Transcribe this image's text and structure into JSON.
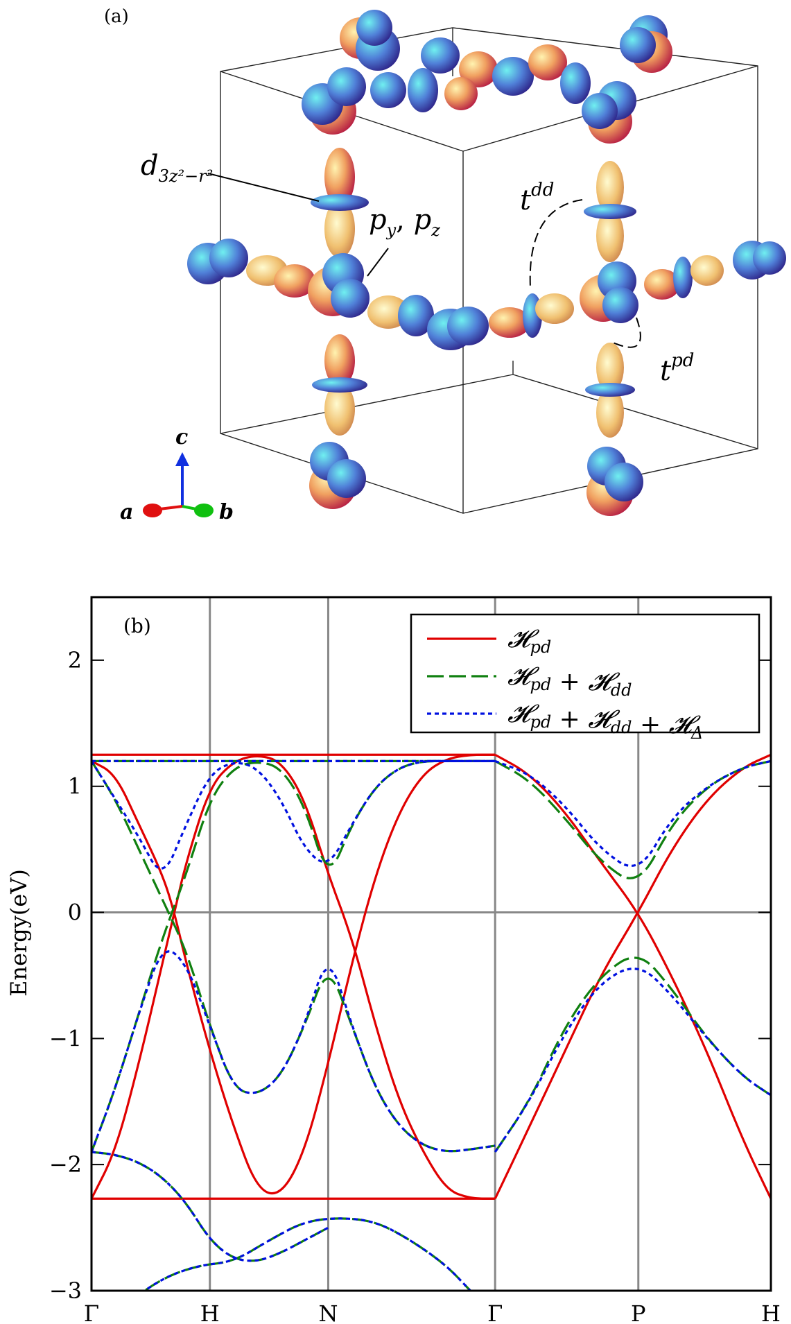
{
  "panel_a": {
    "label": "(a)",
    "orbital_labels": {
      "d_orbital": {
        "base": "d",
        "sub": "3z²−r²"
      },
      "p_orbitals": "p",
      "p_orbitals_full": {
        "p1": "p",
        "s1": "y",
        "sep": ", ",
        "p2": "p",
        "s2": "z"
      },
      "t_dd": {
        "base": "t",
        "sup": "dd"
      },
      "t_pd": {
        "base": "t",
        "sup": "pd"
      }
    },
    "axes": {
      "a": "a",
      "b": "b",
      "c": "c"
    },
    "colors": {
      "axis_a": "#e01010",
      "axis_b": "#10c010",
      "axis_c": "#1030e0",
      "lobe_warm": "#d8304a",
      "lobe_cool": "#4a6ad8"
    }
  },
  "chart_data": {
    "type": "line",
    "panel_label": "(b)",
    "ylabel": "Energy(eV)",
    "ylim": [
      -3,
      2.5
    ],
    "yticks": [
      -3,
      -2,
      -1,
      0,
      1,
      2
    ],
    "ytick_labels": [
      "−3",
      "−2",
      "−1",
      "0",
      "1",
      "2"
    ],
    "kpath": [
      "Γ",
      "H",
      "N",
      "Γ",
      "P",
      "H"
    ],
    "kpath_positions": [
      0,
      1,
      2,
      3.41,
      4.62,
      5.74
    ],
    "grid": true,
    "legend_position": "top-right",
    "legend": [
      {
        "base": "𝓗",
        "sub": "pd",
        "parts": [
          [
            "𝓗",
            "pd"
          ]
        ],
        "color": "#e00000",
        "style": "solid"
      },
      {
        "parts": [
          [
            "𝓗",
            "pd"
          ],
          [
            "𝓗",
            "dd"
          ]
        ],
        "color": "#108010",
        "style": "dashed"
      },
      {
        "parts": [
          [
            "𝓗",
            "pd"
          ],
          [
            "𝓗",
            "dd"
          ],
          [
            "𝓗",
            "Δ"
          ]
        ],
        "color": "#0010e0",
        "style": "dotted"
      }
    ],
    "series": [
      {
        "name": "𝓗pd",
        "color": "#e00000",
        "style": "solid",
        "bands": [
          {
            "x": [
              0,
              0.5,
              1,
              1.5,
              2,
              2.5,
              3,
              3.41
            ],
            "y": [
              1.25,
              1.25,
              1.25,
              1.25,
              1.25,
              1.25,
              1.25,
              1.25
            ]
          },
          {
            "x": [
              0,
              0.5,
              1,
              1.5,
              2,
              2.5,
              3,
              3.41
            ],
            "y": [
              -2.27,
              -2.27,
              -2.27,
              -2.27,
              -2.27,
              -2.27,
              -2.27,
              -2.27
            ]
          },
          {
            "x": [
              0,
              0.2,
              0.4,
              0.6,
              0.7,
              0.8,
              1.0,
              1.2,
              1.4,
              1.6,
              1.8,
              2.0,
              2.2,
              2.4,
              2.6,
              2.8,
              3.0,
              3.2,
              3.41
            ],
            "y": [
              1.2,
              1.1,
              0.7,
              0.3,
              0,
              -0.4,
              -1.1,
              -1.7,
              -2.2,
              -2.25,
              -1.9,
              -1.2,
              -0.4,
              0.3,
              0.8,
              1.1,
              1.22,
              1.25,
              1.25
            ]
          },
          {
            "x": [
              0,
              0.2,
              0.4,
              0.6,
              0.7,
              0.8,
              1.0,
              1.2,
              1.4,
              1.6,
              1.8,
              2.0,
              2.2,
              2.4,
              2.6,
              2.8,
              3.0,
              3.2,
              3.41
            ],
            "y": [
              -2.27,
              -1.9,
              -1.2,
              -0.4,
              0,
              0.4,
              1.0,
              1.2,
              1.25,
              1.2,
              0.9,
              0.3,
              -0.2,
              -0.9,
              -1.5,
              -1.9,
              -2.2,
              -2.27,
              -2.27
            ]
          },
          {
            "x": [
              3.41,
              3.7,
              4.0,
              4.3,
              4.62,
              4.9,
              5.2,
              5.5,
              5.74
            ],
            "y": [
              1.25,
              1.1,
              0.8,
              0.4,
              0,
              -0.5,
              -1.1,
              -1.8,
              -2.27
            ]
          },
          {
            "x": [
              3.41,
              3.7,
              4.0,
              4.3,
              4.62,
              4.9,
              5.2,
              5.5,
              5.74
            ],
            "y": [
              -2.27,
              -1.7,
              -1.1,
              -0.5,
              0,
              0.5,
              0.9,
              1.15,
              1.25
            ]
          }
        ]
      },
      {
        "name": "𝓗pd + 𝓗dd",
        "color": "#108010",
        "style": "dashed",
        "bands": [
          {
            "x": [
              0,
              0.5,
              1,
              1.5,
              2,
              2.5,
              3,
              3.41
            ],
            "y": [
              1.2,
              1.2,
              1.2,
              1.2,
              1.2,
              1.2,
              1.2,
              1.2
            ]
          },
          {
            "x": [
              0,
              0.2,
              0.4,
              0.6,
              0.8,
              1.0,
              1.2,
              1.4,
              1.6,
              1.8,
              2.0
            ],
            "y": [
              -1.9,
              -1.92,
              -1.98,
              -2.1,
              -2.3,
              -2.6,
              -2.75,
              -2.77,
              -2.7,
              -2.6,
              -2.5
            ]
          },
          {
            "x": [
              0,
              0.3,
              0.6,
              0.9,
              1.2,
              1.5,
              1.8,
              2.1,
              2.4,
              2.7,
              3.0,
              3.2,
              3.41
            ],
            "y": [
              -3.3,
              -3.1,
              -2.9,
              -2.8,
              -2.77,
              -2.6,
              -2.45,
              -2.42,
              -2.45,
              -2.6,
              -2.8,
              -3.0,
              -3.2
            ]
          },
          {
            "x": [
              0,
              0.2,
              0.4,
              0.6,
              0.8,
              1.0,
              1.2,
              1.4,
              1.6,
              1.8,
              2.0,
              2.2,
              2.4,
              2.6,
              2.8,
              3.0,
              3.2,
              3.41
            ],
            "y": [
              1.2,
              0.9,
              0.5,
              0.1,
              -0.3,
              -0.9,
              -1.4,
              -1.45,
              -1.3,
              -0.9,
              -0.4,
              -0.9,
              -1.4,
              -1.7,
              -1.85,
              -1.9,
              -1.88,
              -1.85
            ]
          },
          {
            "x": [
              0,
              0.2,
              0.4,
              0.6,
              0.8,
              1.0,
              1.2,
              1.4,
              1.6,
              1.8,
              2.0,
              2.2,
              2.4,
              2.6,
              2.8,
              3.0,
              3.2,
              3.41
            ],
            "y": [
              -1.9,
              -1.4,
              -0.8,
              -0.2,
              0.3,
              0.9,
              1.15,
              1.2,
              1.15,
              0.85,
              0.25,
              0.7,
              1.0,
              1.15,
              1.2,
              1.2,
              1.2,
              1.2
            ]
          },
          {
            "x": [
              3.41,
              3.7,
              4.0,
              4.3,
              4.62,
              4.9,
              5.2,
              5.5,
              5.74
            ],
            "y": [
              1.2,
              1.05,
              0.75,
              0.4,
              0.2,
              0.7,
              1.0,
              1.15,
              1.2
            ]
          },
          {
            "x": [
              3.41,
              3.7,
              4.0,
              4.3,
              4.62,
              4.9,
              5.2,
              5.5,
              5.74
            ],
            "y": [
              -1.9,
              -1.5,
              -0.9,
              -0.5,
              -0.3,
              -0.6,
              -1.0,
              -1.3,
              -1.45
            ]
          }
        ]
      },
      {
        "name": "𝓗pd + 𝓗dd + 𝓗Δ",
        "color": "#0010e0",
        "style": "dotted",
        "bands": [
          {
            "x": [
              0,
              0.5,
              1,
              1.5,
              2,
              2.5,
              3,
              3.41
            ],
            "y": [
              1.2,
              1.2,
              1.2,
              1.2,
              1.2,
              1.2,
              1.2,
              1.2
            ]
          },
          {
            "x": [
              0,
              0.2,
              0.4,
              0.6,
              0.8,
              1.0,
              1.2,
              1.4,
              1.6,
              1.8,
              2.0
            ],
            "y": [
              -1.9,
              -1.92,
              -1.98,
              -2.1,
              -2.3,
              -2.6,
              -2.75,
              -2.77,
              -2.7,
              -2.6,
              -2.5
            ]
          },
          {
            "x": [
              0,
              0.3,
              0.6,
              0.9,
              1.2,
              1.5,
              1.8,
              2.1,
              2.4,
              2.7,
              3.0,
              3.2,
              3.41
            ],
            "y": [
              -3.3,
              -3.1,
              -2.9,
              -2.8,
              -2.77,
              -2.6,
              -2.45,
              -2.42,
              -2.45,
              -2.6,
              -2.8,
              -3.0,
              -3.2
            ]
          },
          {
            "x": [
              0,
              0.2,
              0.4,
              0.6,
              0.8,
              1.0,
              1.2,
              1.4,
              1.6,
              1.8,
              2.0,
              2.2,
              2.4,
              2.6,
              2.8,
              3.0,
              3.2,
              3.41
            ],
            "y": [
              1.2,
              0.9,
              0.6,
              0.25,
              0.7,
              1.1,
              1.2,
              1.15,
              0.9,
              0.5,
              0.35,
              0.7,
              1.0,
              1.15,
              1.2,
              1.2,
              1.2,
              1.2
            ]
          },
          {
            "x": [
              0,
              0.2,
              0.4,
              0.6,
              0.8,
              1.0,
              1.2,
              1.4,
              1.6,
              1.8,
              2.0,
              2.2,
              2.4,
              2.6,
              2.8,
              3.0,
              3.2,
              3.41
            ],
            "y": [
              -1.9,
              -1.4,
              -0.8,
              -0.25,
              -0.4,
              -0.9,
              -1.4,
              -1.45,
              -1.3,
              -0.9,
              -0.3,
              -0.9,
              -1.4,
              -1.7,
              -1.85,
              -1.9,
              -1.88,
              -1.85
            ]
          },
          {
            "x": [
              3.41,
              3.7,
              4.0,
              4.3,
              4.62,
              4.9,
              5.2,
              5.5,
              5.74
            ],
            "y": [
              1.2,
              1.1,
              0.85,
              0.5,
              0.3,
              0.75,
              1.0,
              1.15,
              1.2
            ]
          },
          {
            "x": [
              3.41,
              3.7,
              4.0,
              4.3,
              4.62,
              4.9,
              5.2,
              5.5,
              5.74
            ],
            "y": [
              -1.9,
              -1.5,
              -0.95,
              -0.55,
              -0.4,
              -0.65,
              -1.0,
              -1.3,
              -1.45
            ]
          }
        ]
      }
    ]
  }
}
